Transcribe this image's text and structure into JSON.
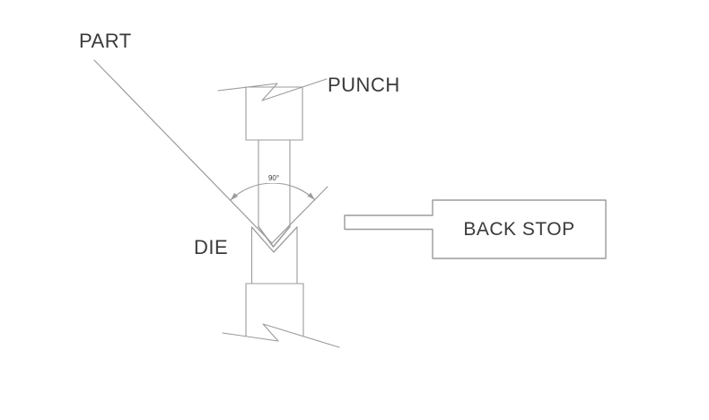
{
  "page": {
    "background": "#ffffff"
  },
  "diagram": {
    "type": "press-brake-bending-setup",
    "labels": {
      "part": "PART",
      "punch": "PUNCH",
      "die": "DIE",
      "back_stop": "BACK STOP",
      "bend_angle": "90°"
    },
    "colors": {
      "line": "#9b9b9b",
      "text": "#3a3a3a"
    }
  }
}
